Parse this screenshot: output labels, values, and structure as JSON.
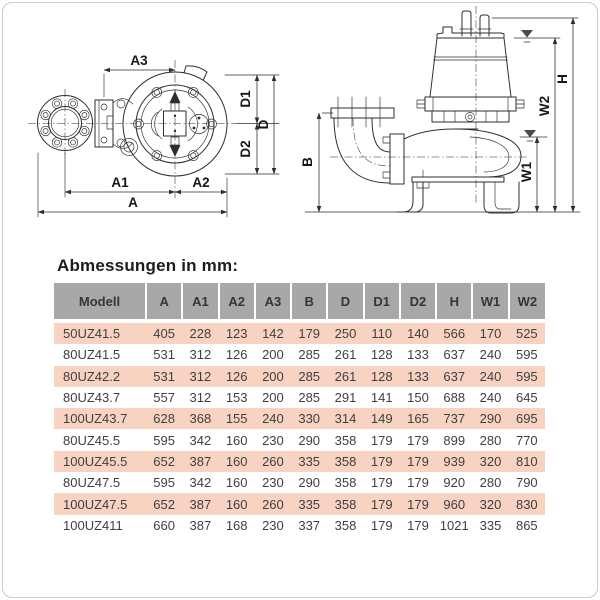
{
  "page": {
    "border_color": "#cccccc",
    "background": "#ffffff"
  },
  "title": "Abmessungen in mm:",
  "diagram": {
    "top_view": {
      "a3": "A3",
      "d1": "D1",
      "d": "D",
      "d2": "D2",
      "a1": "A1",
      "a2": "A2",
      "a": "A"
    },
    "side_view": {
      "b": "B",
      "w1": "W1",
      "w2": "W2",
      "h": "H"
    }
  },
  "table": {
    "columns": [
      "Modell",
      "A",
      "A1",
      "A2",
      "A3",
      "B",
      "D",
      "D1",
      "D2",
      "H",
      "W1",
      "W2"
    ],
    "rows": [
      [
        "50UZ41.5",
        405,
        228,
        123,
        142,
        179,
        250,
        110,
        140,
        566,
        170,
        525
      ],
      [
        "80UZ41.5",
        531,
        312,
        126,
        200,
        285,
        261,
        128,
        133,
        637,
        240,
        595
      ],
      [
        "80UZ42.2",
        531,
        312,
        126,
        200,
        285,
        261,
        128,
        133,
        637,
        240,
        595
      ],
      [
        "80UZ43.7",
        557,
        312,
        153,
        200,
        285,
        291,
        141,
        150,
        688,
        240,
        645
      ],
      [
        "100UZ43.7",
        628,
        368,
        155,
        240,
        330,
        314,
        149,
        165,
        737,
        290,
        695
      ],
      [
        "80UZ45.5",
        595,
        342,
        160,
        230,
        290,
        358,
        179,
        179,
        899,
        280,
        770
      ],
      [
        "100UZ45.5",
        652,
        387,
        160,
        260,
        335,
        358,
        179,
        179,
        939,
        320,
        810
      ],
      [
        "80UZ47.5",
        595,
        342,
        160,
        230,
        290,
        358,
        179,
        179,
        920,
        280,
        790
      ],
      [
        "100UZ47.5",
        652,
        387,
        160,
        260,
        335,
        358,
        179,
        179,
        960,
        320,
        830
      ],
      [
        "100UZ411",
        660,
        387,
        168,
        230,
        337,
        358,
        179,
        179,
        1021,
        335,
        865
      ]
    ],
    "colors": {
      "header_bg": "#a8a8a8",
      "row_alt_bg": "#f8d3c2",
      "text": "#3f3f3f",
      "line": "#2e2e2e"
    }
  }
}
